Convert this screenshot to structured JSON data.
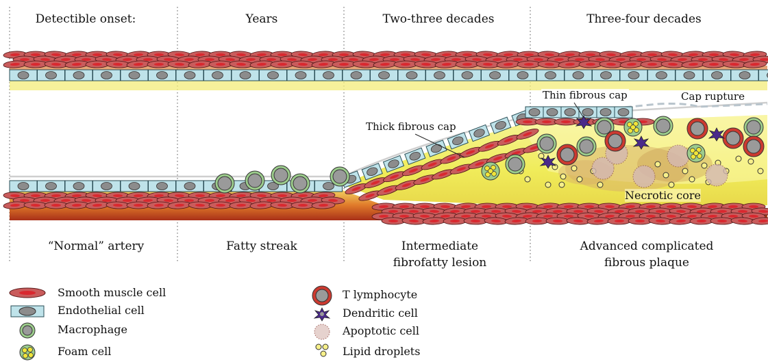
{
  "stages": [
    {
      "time": "Detectible onset:",
      "name": "“Normal” artery"
    },
    {
      "time": "Years",
      "name": "Fatty streak"
    },
    {
      "time": "Two-three decades",
      "name_line1": "Intermediate",
      "name_line2": "fibrofatty lesion"
    },
    {
      "time": "Three-four decades",
      "name_line1": "Advanced complicated",
      "name_line2": "fibrous plaque"
    }
  ],
  "callouts": {
    "thick_cap": "Thick fibrous cap",
    "thin_cap": "Thin fibrous cap",
    "cap_rupture": "Cap rupture",
    "necrotic_core": "Necrotic core"
  },
  "legend_left": [
    {
      "icon": "smooth-muscle-cell-icon",
      "label": "Smooth muscle cell"
    },
    {
      "icon": "endothelial-cell-icon",
      "label": "Endothelial cell"
    },
    {
      "icon": "macrophage-icon",
      "label": "Macrophage"
    },
    {
      "icon": "foam-cell-icon",
      "label": "Foam cell"
    }
  ],
  "legend_right": [
    {
      "icon": "t-lymphocyte-icon",
      "label": "T lymphocyte"
    },
    {
      "icon": "dendritic-cell-icon",
      "label": "Dendritic cell"
    },
    {
      "icon": "apoptotic-cell-icon",
      "label": "Apoptotic cell"
    },
    {
      "icon": "lipid-droplets-icon",
      "label": "Lipid droplets"
    }
  ],
  "colors": {
    "smooth_muscle_fill": "#c95c5c",
    "smooth_muscle_core": "#d9282f",
    "endothelial_fill": "#bfe3ea",
    "endothelial_nucleus": "#8c8c8c",
    "macrophage_ring": "#9ccc8c",
    "lipid": "#f0ee70",
    "lipid_dark": "#e6d23a",
    "necrotic": "#cfa76a",
    "t_cell_ring": "#cc3a30",
    "dendritic": "#4a2a8a",
    "apoptotic": "#d4b8b4",
    "intima_red": "#b8401c"
  }
}
